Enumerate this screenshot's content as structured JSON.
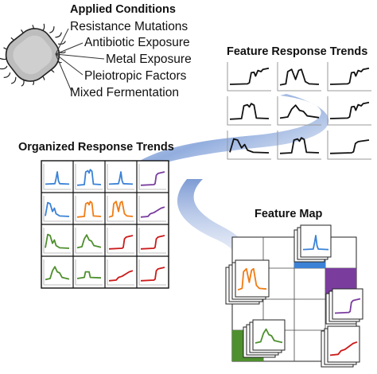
{
  "applied_conditions": {
    "title": "Applied Conditions",
    "items": [
      "Resistance Mutations",
      "Antibiotic Exposure",
      "Metal Exposure",
      "Pleiotropic Factors",
      "Mixed Fermentation"
    ]
  },
  "feature_response_trends": {
    "title": "Feature Response Trends"
  },
  "organized_response_trends": {
    "title": "Organized Response Trends",
    "grid_colors": [
      [
        "blue",
        "blue",
        "blue",
        "purple"
      ],
      [
        "blue",
        "orange",
        "orange",
        "purple"
      ],
      [
        "green",
        "green",
        "red",
        "red"
      ],
      [
        "green",
        "green",
        "red",
        "red"
      ]
    ]
  },
  "feature_map": {
    "title": "Feature Map",
    "corner_colors": {
      "blue": "top",
      "orange": "left",
      "purple": "right",
      "green": "bottom-left",
      "red": "bottom-right"
    }
  },
  "colors": {
    "blue": "#3b82d6",
    "orange": "#f07c14",
    "purple": "#7a3d9e",
    "green": "#4e8f2e",
    "red": "#cc1a1a",
    "ribbon": "#8aa6d8"
  }
}
